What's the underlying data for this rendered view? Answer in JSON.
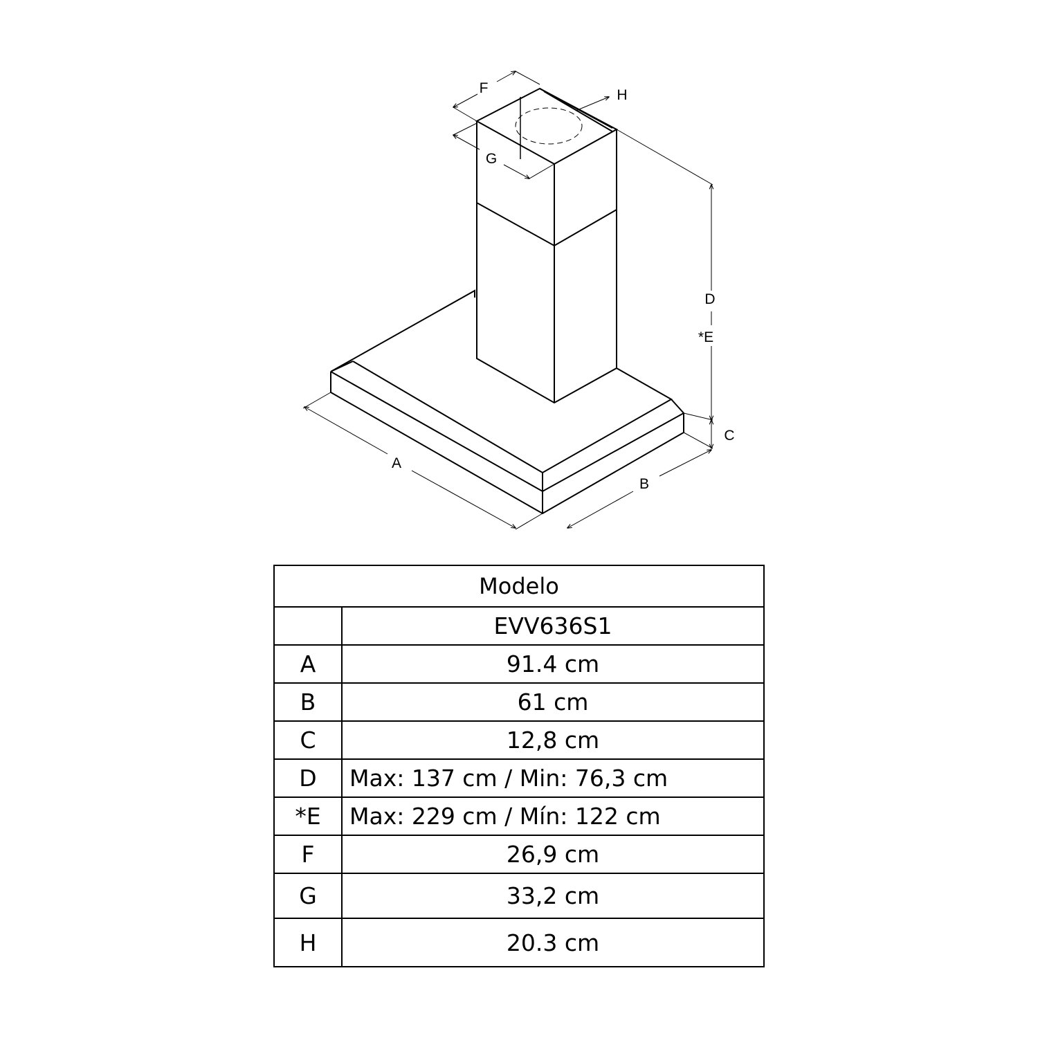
{
  "diagram": {
    "labels": {
      "A": "A",
      "B": "B",
      "C": "C",
      "D": "D",
      "E": "*E",
      "F": "F",
      "G": "G",
      "H": "H"
    }
  },
  "table": {
    "header": "Modelo",
    "model": "EVV636S1",
    "rows": [
      {
        "key": "A",
        "value": "91.4 cm"
      },
      {
        "key": "B",
        "value": "61 cm"
      },
      {
        "key": "C",
        "value": "12,8 cm"
      },
      {
        "key": "D",
        "value": "Max: 137 cm / Min: 76,3 cm"
      },
      {
        "key": "*E",
        "value": "Max: 229 cm / Mín: 122 cm"
      },
      {
        "key": "F",
        "value": "26,9 cm"
      },
      {
        "key": "G",
        "value": "33,2 cm"
      },
      {
        "key": "H",
        "value": "20.3 cm"
      }
    ]
  }
}
